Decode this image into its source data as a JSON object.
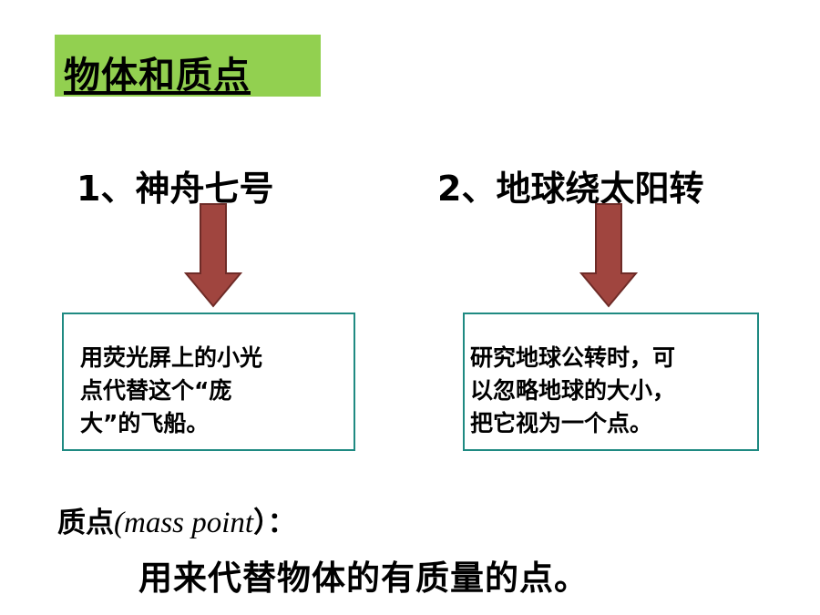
{
  "title": "物体和质点",
  "cases": [
    {
      "label": "1、神舟七号",
      "note_lines": [
        "用荧光屏上的小光",
        "点代替这个“庞",
        "大”的飞船。"
      ]
    },
    {
      "label": "2、地球绕太阳转",
      "note_lines": [
        "研究地球公转时，可",
        "以忽略地球的大小，",
        "把它视为一个点。"
      ]
    }
  ],
  "definition": {
    "term": "质点",
    "english": "(mass point",
    "close": "）：",
    "text": "用来代替物体的有质量的点。"
  },
  "colors": {
    "title_bg": "#92d050",
    "arrow_fill": "#a0453f",
    "arrow_stroke": "#6e2b27",
    "box_border": "#1f8a82"
  }
}
